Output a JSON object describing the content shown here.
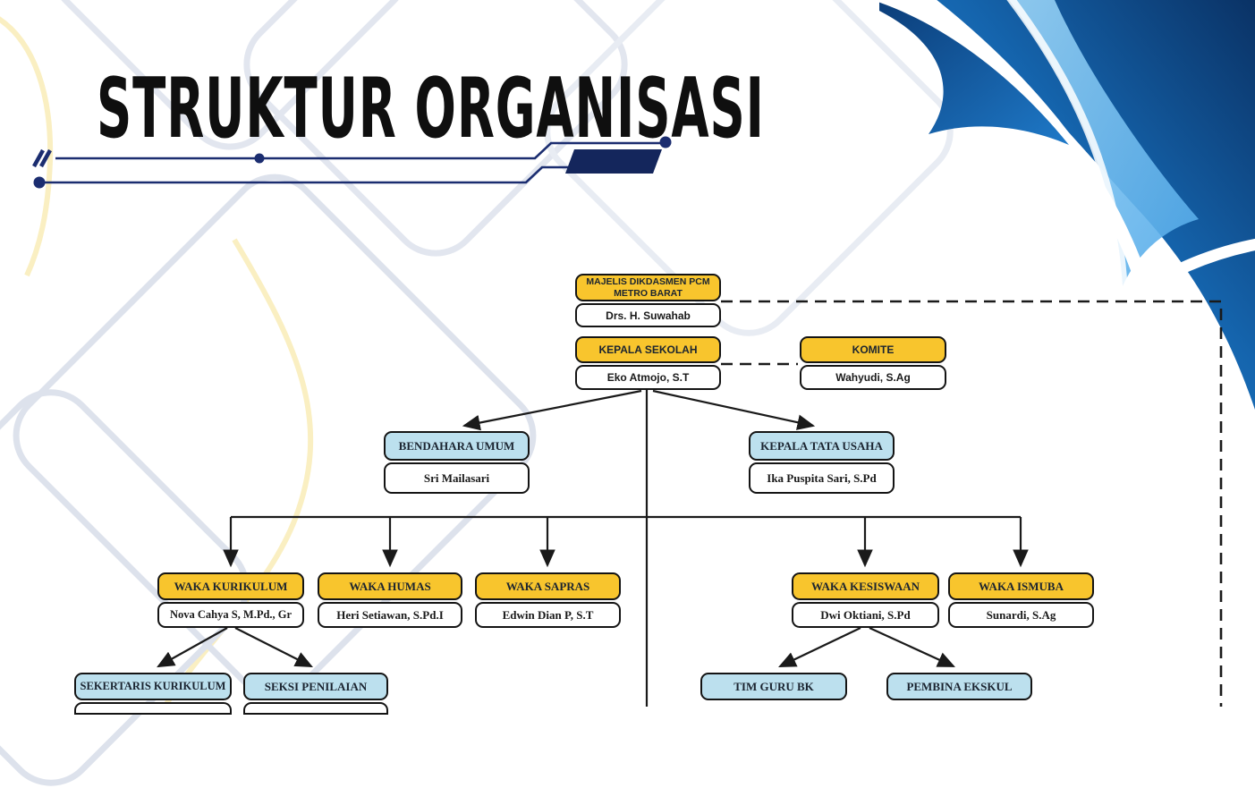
{
  "slide": {
    "title": "STRUKTUR ORGANISASI"
  },
  "colors": {
    "header_yellow": "#F8C52D",
    "header_light_blue": "#BCE0EE",
    "box_border": "#141414",
    "connector_line": "#1A1A1A",
    "decor_navy": "#1B2D70",
    "corner_blue_dark": "#0A3265",
    "corner_blue_mid": "#1565AE",
    "corner_blue_light": "#59B5EE",
    "bg_diamond_gray": "#E2E6EF",
    "bg_curve_yellow": "#FAEFC2"
  },
  "org": {
    "majelis": {
      "title": "MAJELIS DIKDASMEN PCM METRO BARAT",
      "name": "Drs. H. Suwahab"
    },
    "kepala_sekolah": {
      "title": "KEPALA SEKOLAH",
      "name": "Eko Atmojo, S.T"
    },
    "komite": {
      "title": "KOMITE",
      "name": "Wahyudi, S.Ag"
    },
    "bendahara_umum": {
      "title": "BENDAHARA UMUM",
      "name": "Sri Mailasari"
    },
    "kepala_tata_usaha": {
      "title": "KEPALA TATA USAHA",
      "name": "Ika Puspita Sari, S.Pd"
    },
    "waka_kurikulum": {
      "title": "WAKA KURIKULUM",
      "name": "Nova Cahya S, M.Pd., Gr"
    },
    "waka_humas": {
      "title": "WAKA HUMAS",
      "name": "Heri Setiawan, S.Pd.I"
    },
    "waka_sapras": {
      "title": "WAKA SAPRAS",
      "name": "Edwin Dian P, S.T"
    },
    "waka_kesiswaan": {
      "title": "WAKA KESISWAAN",
      "name": "Dwi Oktiani, S.Pd"
    },
    "waka_ismuba": {
      "title": "WAKA ISMUBA",
      "name": "Sunardi, S.Ag"
    },
    "sekertaris_kurikulum": {
      "title": "SEKERTARIS KURIKULUM"
    },
    "seksi_penilaian": {
      "title": "SEKSI PENILAIAN"
    },
    "tim_guru_bk": {
      "title": "TIM GURU BK"
    },
    "pembina_ekskul": {
      "title": "PEMBINA EKSKUL"
    }
  }
}
